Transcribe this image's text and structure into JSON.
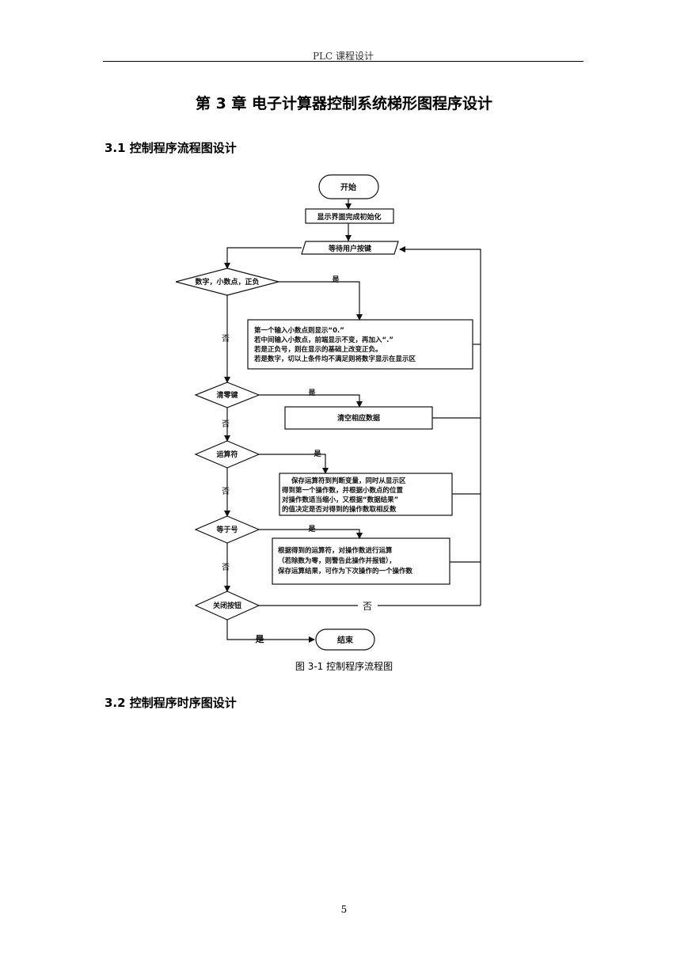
{
  "header": {
    "text": "PLC 课程设计"
  },
  "chapter_title": "第 3 章  电子计算器控制系统梯形图程序设计",
  "section1": "3.1  控制程序流程图设计",
  "flowchart": {
    "start": "开始",
    "init": "显示界面完成初始化",
    "wait": "等待用户按键",
    "d1": "数字，小数点，正负",
    "d2": "清零键",
    "d3": "运算符",
    "d4": "等于号",
    "d5": "关闭按钮",
    "yes": "是",
    "no": "否",
    "box1": [
      "第一个输入小数点则显示“0.”",
      "若中间输入小数点，前端显示不变，再加入“.”",
      "若是正负号，则在显示的基础上改变正负。",
      "若是数字，切以上条件均不满足则将数字显示在显示区"
    ],
    "box2": "清空相应数据",
    "box3": [
      "保存运算符到判断变量，同时从显示区",
      "得到第一个操作数，并根据小数点的位置",
      "对操作数适当缩小，又根据“数据结果”",
      "的值决定是否对得到的操作数取相反数"
    ],
    "box4": [
      "根据得到的运算符，对操作数进行运算",
      "（若除数为零，则警告此操作并报错），",
      "保存运算结果，可作为下次操作的一个操作数"
    ],
    "end": "结束"
  },
  "caption": "图 3-1  控制程序流程图",
  "section2": "3.2  控制程序时序图设计",
  "page_number": "5"
}
